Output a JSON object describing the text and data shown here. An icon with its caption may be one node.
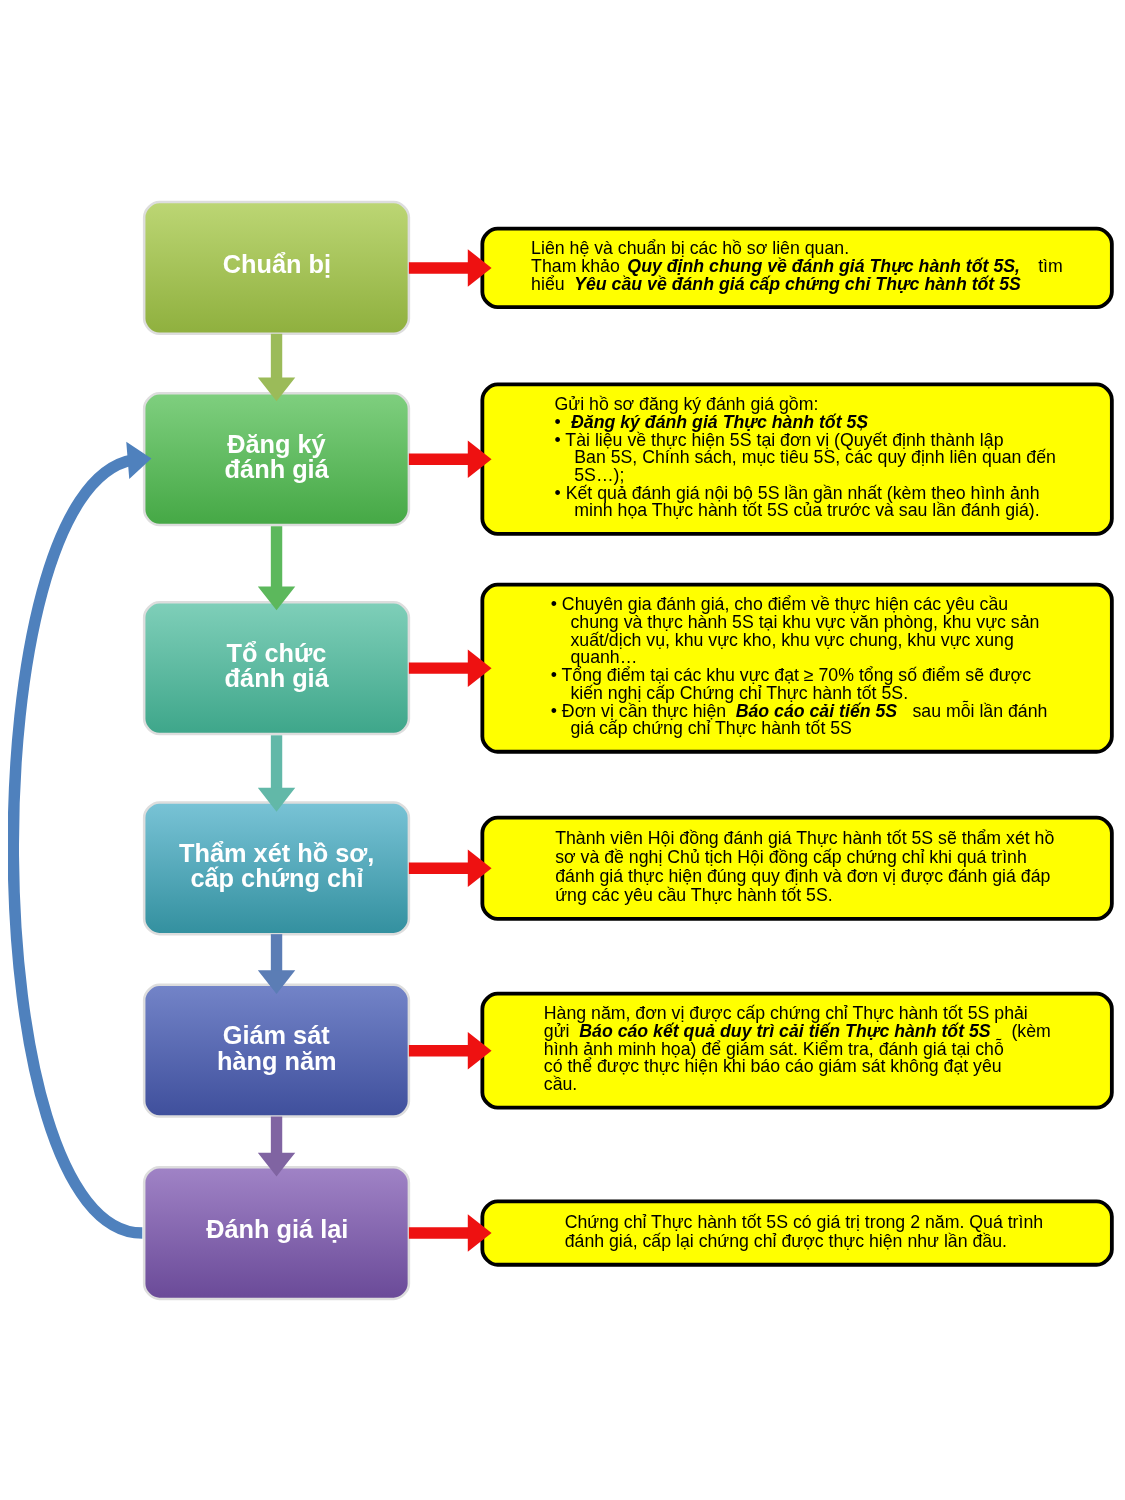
{
  "diagram": {
    "nodes": [
      {
        "text": [
          "Chuẩn bị"
        ]
      },
      {
        "text": [
          "Liên hệ và chuẩn bị các hồ sơ liên quan.",
          "Tham khảo **Quy định chung về đánh giá Thực hành tốt 5S,** tìm hiểu **Yêu cầu về đánh giá cấp chứng chỉ Thực hành tốt 5S**"
        ]
      },
      {
        "text": [
          "Đăng ký đánh giá"
        ]
      },
      {
        "text": [
          "Gửi hồ sơ đăng ký đánh giá gồm:",
          "• **Đăng ký đánh giá Thực hành tốt 5S**;",
          "• Tài liệu về thực hiện 5S tại đơn vị (Quyết định thành lập Ban 5S, Chính sách, mục tiêu 5S, các quy định liên quan đến 5S…);",
          "• Kết quả đánh giá nội bộ 5S lần gần nhất (kèm theo hình ảnh minh họa Thực hành tốt 5S của trước và sau lần đánh giá)."
        ]
      },
      {
        "text": [
          "Tổ chức đánh giá"
        ]
      },
      {
        "text": [
          "• Chuyên gia đánh giá, cho điểm về thực hiện các yêu cầu chung và thực hành 5S tại khu vực văn phòng, khu vực sản xuất/dịch vụ, khu vực kho, khu vực chung, khu vực xung quanh…",
          "• Tổng điểm tại các khu vực đạt ≥ 70% tổng số điểm sẽ được kiến nghị cấp Chứng chỉ Thực hành tốt 5S.",
          "• Đơn vị cần thực hiện **Báo cáo cải tiến 5S** sau mỗi lần đánh giá cấp chứng chỉ Thực hành tốt 5S"
        ]
      },
      {
        "text": [
          "Thẩm xét hồ sơ, cấp chứng chỉ"
        ]
      },
      {
        "text": [
          "Thành viên Hội đồng đánh giá Thực hành tốt 5S sẽ thẩm xét hồ sơ và đề nghị Chủ tịch Hội đồng cấp chứng chỉ khi quá trình đánh giá thực hiện đúng quy định và đơn vị được đánh giá đáp ứng các yêu cầu Thực hành tốt 5S."
        ]
      },
      {
        "text": [
          "Giám sát hàng năm"
        ]
      },
      {
        "text": [
          "Hàng năm, đơn vị được cấp chứng chỉ Thực hành tốt 5S phải gửi **Báo cáo kết quả duy trì cải tiến Thực hành tốt 5S** (kèm hình ảnh minh họa) để giám sát. Kiểm tra, đánh giá tại chỗ có thể được thực hiện khi báo cáo giám sát không đạt yêu cầu."
        ]
      },
      {
        "text": [
          "Đánh giá lại"
        ]
      },
      {
        "text": [
          "Chứng chỉ Thực hành tốt 5S có giá trị trong 2 năm. Quá trình đánh giá, cấp lại chứng chỉ được thực hiện như lần đầu."
        ]
      }
    ],
    "edges": [
      {
        "from": 10,
        "to": 2,
        "arrow": "to",
        "color": "#4f81bd"
      },
      {
        "from": 0,
        "to": 1,
        "arrow": "to"
      },
      {
        "from": 0,
        "to": 2,
        "arrow": "to",
        "color": "#9bbb59"
      },
      {
        "from": 2,
        "to": 3,
        "arrow": "to"
      },
      {
        "from": 2,
        "to": 4,
        "arrow": "to",
        "color": "#5cb85c"
      },
      {
        "from": 4,
        "to": 5,
        "arrow": "to"
      },
      {
        "from": 4,
        "to": 6,
        "arrow": "to",
        "color": "#62b8a8"
      },
      {
        "from": 6,
        "to": 7,
        "arrow": "to"
      },
      {
        "from": 6,
        "to": 8,
        "arrow": "to",
        "color": "#5b7db5"
      },
      {
        "from": 8,
        "to": 9,
        "arrow": "to"
      },
      {
        "from": 8,
        "to": 10,
        "arrow": "to",
        "color": "#8064a2"
      },
      {
        "from": 10,
        "to": 11,
        "arrow": "to"
      }
    ]
  }
}
